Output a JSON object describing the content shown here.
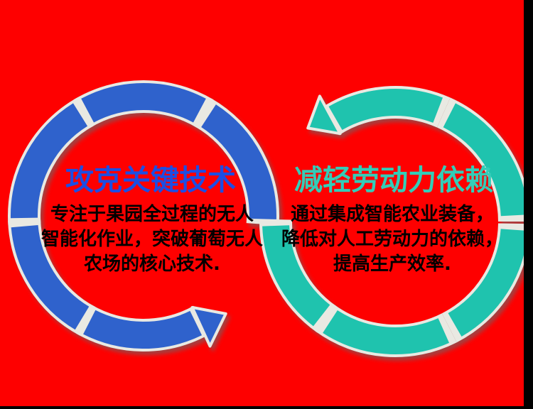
{
  "canvas": {
    "background_color": "#FE0000",
    "letterbox_color": "#010101"
  },
  "left_cycle": {
    "title": "攻克关键技术",
    "title_color": "#1C4EE4",
    "ring_color": "#2F62CC",
    "arrowhead_icon": "curved-arrow-pointing-upper-right",
    "body_lines": [
      "专注于果园全过程的无人",
      "智能化作业，突破葡萄无人",
      "农场的核心技术."
    ]
  },
  "right_cycle": {
    "title": "减轻劳动力依赖",
    "title_color": "#33CDB8",
    "ring_color": "#1FC3AE",
    "arrowhead_icon": "curved-arrow-pointing-lower-left",
    "body_lines": [
      "通过集成智能农业装备，",
      "降低对人工劳动力的依赖，",
      "提高生产效率."
    ]
  }
}
